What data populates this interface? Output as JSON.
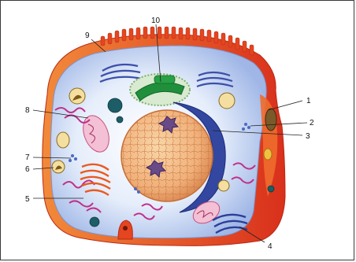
{
  "figure": {
    "labels": [
      "1",
      "2",
      "3",
      "4",
      "5",
      "6",
      "7",
      "8",
      "9",
      "10"
    ]
  }
}
